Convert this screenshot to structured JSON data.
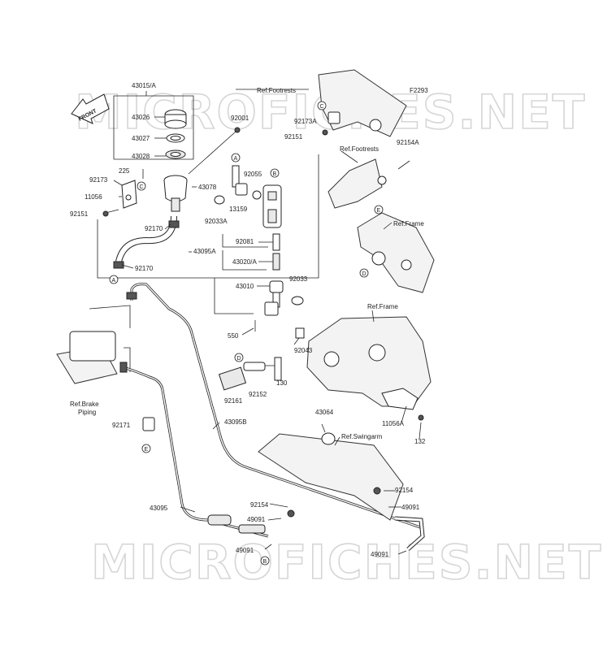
{
  "diagram_code": "F2293",
  "watermark": {
    "text": "MICROFICHES.NET"
  },
  "front_arrow": {
    "label": "FRONT"
  },
  "references": {
    "footrests_top": "Ref.Footrests",
    "footrests_right": "Ref.Footrests",
    "frame_upper": "Ref.Frame",
    "frame_lower": "Ref.Frame",
    "brake_piping_line1": "Ref.Brake",
    "brake_piping_line2": "Piping",
    "swingarm": "Ref.Swingarm"
  },
  "part_numbers": {
    "p43015A": "43015/A",
    "p43026": "43026",
    "p43027": "43027",
    "p43028": "43028",
    "p92001": "92001",
    "p225": "225",
    "p92173": "92173",
    "p11056": "11056",
    "p92151_left": "92151",
    "p43078": "43078",
    "p13159": "13159",
    "p92055": "92055",
    "p92033A": "92033A",
    "p92170_top": "92170",
    "p43095A": "43095A",
    "p92170_bottom": "92170",
    "p92081": "92081",
    "p43020A": "43020/A",
    "p43010": "43010",
    "p92033": "92033",
    "p550": "550",
    "p92043": "92043",
    "p130": "130",
    "p92152": "92152",
    "p92161": "92161",
    "p92173A": "92173A",
    "p92151_top": "92151",
    "p92154A": "92154A",
    "p43095B": "43095B",
    "p92171": "92171",
    "p43064": "43064",
    "p11056A": "11056A",
    "p132": "132",
    "p43095": "43095",
    "p92154_center": "92154",
    "p49091_a": "49091",
    "p49091_b": "49091",
    "p92154_right": "92154",
    "p49091_c": "49091",
    "p49091_d": "49091"
  },
  "callouts": {
    "A_top": "A",
    "A_left": "A",
    "B_top": "B",
    "B_bottom": "B",
    "C_left": "C",
    "C_top": "C",
    "D_center": "D",
    "D_right": "D",
    "E_right": "E",
    "E_left": "E"
  }
}
